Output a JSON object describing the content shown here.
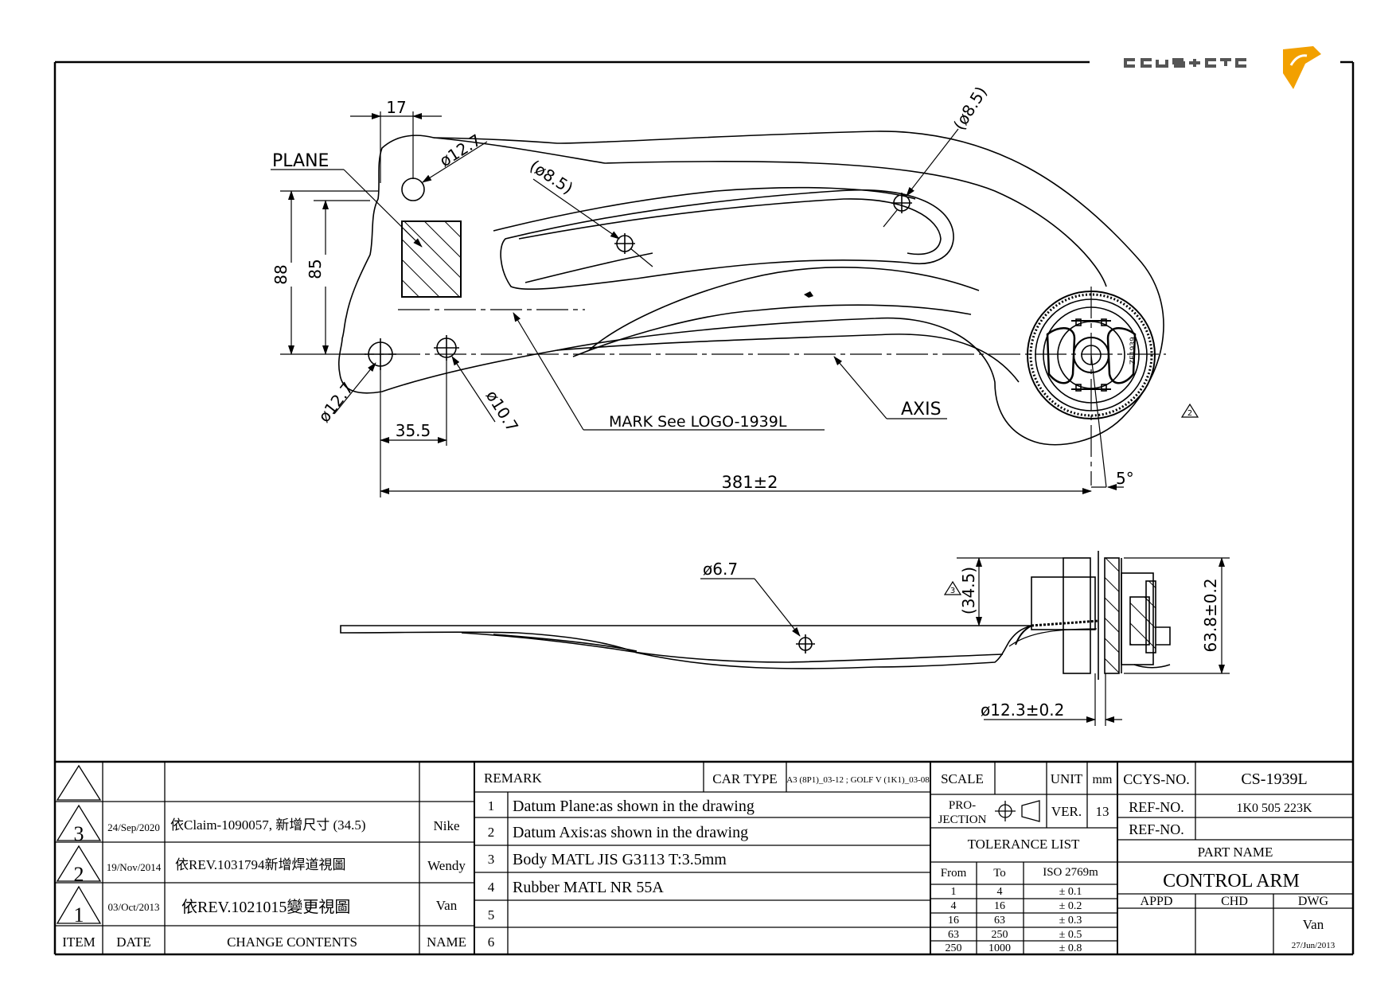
{
  "logo": {
    "text": "CCYS+CTC",
    "mark_color": "#f2a000"
  },
  "top_view": {
    "dim_17": "17",
    "dim_88": "88",
    "dim_85": "85",
    "dim_35_5": "35.5",
    "dim_381": "381±2",
    "dim_5deg": "5°",
    "label_plane": "PLANE",
    "label_axis": "AXIS",
    "label_mark": "MARK See LOGO-1939L",
    "hole_top_left": "ø12.7",
    "hole_bottom_left": "ø12.7",
    "hole_bottom_right": "ø10.7",
    "hole_mid": "(ø8.5)",
    "hole_right": "(ø8.5)",
    "rev_tri": "2",
    "bush_mark": "ZE1939"
  },
  "side_view": {
    "hole": "ø6.7",
    "dim_34_5": "(34.5)",
    "dim_63_8": "63.8±0.2",
    "dim_12_3": "ø12.3±0.2",
    "rev_tri": "3"
  },
  "revisions": [
    {
      "item": "3",
      "date": "24/Sep/2020",
      "contents": "依Claim-1090057, 新增尺寸 (34.5)",
      "name": "Nike"
    },
    {
      "item": "2",
      "date": "19/Nov/2014",
      "contents": "依REV.1031794新增焊道視圖",
      "name": "Wendy"
    },
    {
      "item": "1",
      "date": "03/Oct/2013",
      "contents": "依REV.1021015變更視圖",
      "name": "Van"
    }
  ],
  "rev_headers": {
    "item": "ITEM",
    "date": "DATE",
    "contents": "CHANGE CONTENTS",
    "name": "NAME"
  },
  "remark": {
    "title": "REMARK",
    "car_type_label": "CAR TYPE",
    "car_type_value": "A3 (8P1)_03-12 ; GOLF V (1K1)_03-08",
    "rows": [
      {
        "no": "1",
        "text": "Datum Plane:as shown in the drawing"
      },
      {
        "no": "2",
        "text": "Datum Axis:as shown in the drawing"
      },
      {
        "no": "3",
        "text": "Body MATL JIS G3113 T:3.5mm"
      },
      {
        "no": "4",
        "text": "Rubber MATL NR 55A"
      },
      {
        "no": "5",
        "text": ""
      },
      {
        "no": "6",
        "text": ""
      }
    ]
  },
  "specs": {
    "scale_label": "SCALE",
    "scale_value": "",
    "unit_label": "UNIT",
    "unit_value": "mm",
    "projection_label_1": "PRO-",
    "projection_label_2": "JECTION",
    "ver_label": "VER.",
    "ver_value": "13",
    "tolerance_title": "TOLERANCE LIST",
    "tolerance_headers": [
      "From",
      "To",
      "ISO 2769m"
    ],
    "tolerance_rows": [
      [
        "1",
        "4",
        "± 0.1"
      ],
      [
        "4",
        "16",
        "± 0.2"
      ],
      [
        "16",
        "63",
        "± 0.3"
      ],
      [
        "63",
        "250",
        "± 0.5"
      ],
      [
        "250",
        "1000",
        "± 0.8"
      ]
    ]
  },
  "title_block": {
    "ccys_label": "CCYS-NO.",
    "ccys_value": "CS-1939L",
    "ref1_label": "REF-NO.",
    "ref1_value": "1K0 505 223K",
    "ref2_label": "REF-NO.",
    "ref2_value": "",
    "part_name_label": "PART NAME",
    "part_name_value": "CONTROL ARM",
    "appd_label": "APPD",
    "chd_label": "CHD",
    "dwg_label": "DWG",
    "dwg_name": "Van",
    "dwg_date": "27/Jun/2013"
  }
}
